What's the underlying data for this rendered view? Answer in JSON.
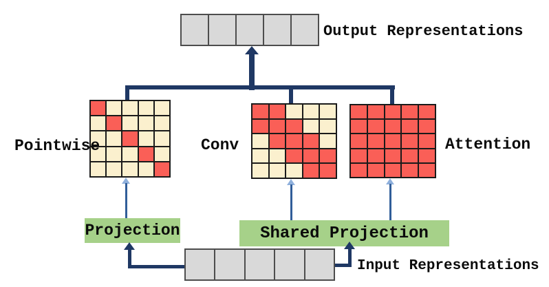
{
  "colors": {
    "red": "#FA5F57",
    "cream": "#FBF0CE",
    "gray_cell": "#D9D9D9",
    "cell_border": "#4D4D4D",
    "grid_line": "#1A1A1A",
    "green": "#A6D189",
    "navy": "#1F3864",
    "steel": "#315E99",
    "steel_light": "#8FB0DC"
  },
  "output_row": {
    "label": "Output Representations",
    "num_cells": 5
  },
  "input_row": {
    "label": "Input Representations",
    "num_cells": 5
  },
  "grids": [
    {
      "id": "pointwise",
      "label": "Pointwise",
      "pattern": [
        [
          1,
          0,
          0,
          0,
          0
        ],
        [
          0,
          1,
          0,
          0,
          0
        ],
        [
          0,
          0,
          1,
          0,
          0
        ],
        [
          0,
          0,
          0,
          1,
          0
        ],
        [
          0,
          0,
          0,
          0,
          1
        ]
      ]
    },
    {
      "id": "conv",
      "label": "Conv",
      "pattern": [
        [
          1,
          1,
          0,
          0,
          0
        ],
        [
          1,
          1,
          1,
          0,
          0
        ],
        [
          0,
          1,
          1,
          1,
          0
        ],
        [
          0,
          0,
          1,
          1,
          1
        ],
        [
          0,
          0,
          0,
          1,
          1
        ]
      ]
    },
    {
      "id": "attention",
      "label": "Attention",
      "pattern": [
        [
          1,
          1,
          1,
          1,
          1
        ],
        [
          1,
          1,
          1,
          1,
          1
        ],
        [
          1,
          1,
          1,
          1,
          1
        ],
        [
          1,
          1,
          1,
          1,
          1
        ],
        [
          1,
          1,
          1,
          1,
          1
        ]
      ]
    }
  ],
  "boxes": [
    {
      "id": "projection",
      "label": "Projection"
    },
    {
      "id": "shared-projection",
      "label": "Shared Projection"
    }
  ]
}
